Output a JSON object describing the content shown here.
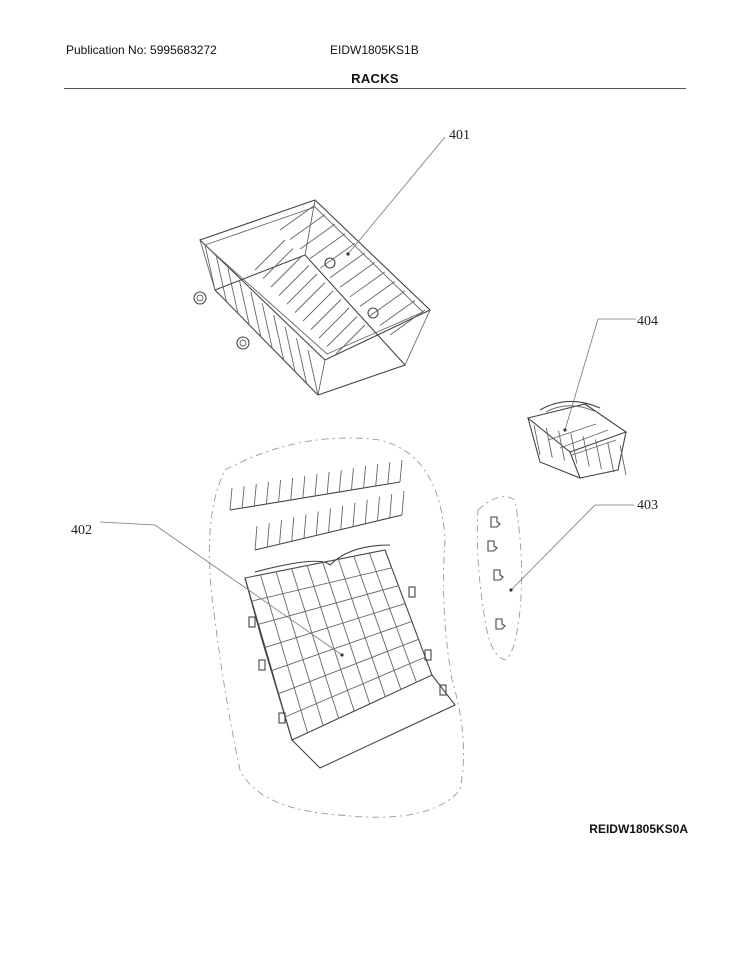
{
  "header": {
    "publication": "Publication No: 5995683272",
    "model": "EIDW1805KS1B",
    "section_title": "RACKS"
  },
  "callouts": {
    "upper_rack": "401",
    "lower_rack": "402",
    "rack_clips": "403",
    "cutlery_basket": "404"
  },
  "footer": {
    "diagram_code": "REIDW1805KS0A"
  }
}
